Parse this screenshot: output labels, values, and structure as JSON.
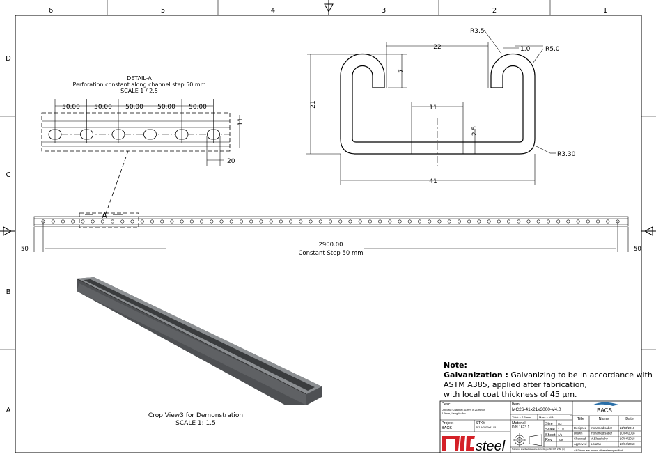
{
  "frame": {
    "zones_top": [
      "6",
      "5",
      "4",
      "3",
      "2",
      "1"
    ],
    "zones_side": [
      "D",
      "C",
      "B",
      "A"
    ]
  },
  "detail": {
    "title": "DETAIL-A",
    "subtitle": "Perforation constant along channel step 50 mm",
    "scale": "SCALE 1 / 2.5",
    "steps": [
      "50.00",
      "50.00",
      "50.00",
      "50.00",
      "50.00"
    ],
    "slot_width": "11",
    "slot_length": "20"
  },
  "profile": {
    "r_lip": "R3.5",
    "lip_gap": "1.0",
    "r_outer": "R5.0",
    "opening": "22",
    "lip_depth": "7",
    "height": "21",
    "slot_center": "11",
    "thickness": "2.5",
    "r_bottom": "R3.30",
    "width": "41"
  },
  "length_view": {
    "section_label": "A",
    "total": "2900.00",
    "step_note": "Constant Step 50 mm",
    "end_left": "50",
    "end_right": "50",
    "hole_count": 59
  },
  "iso_view": {
    "caption": "Crop View3 for Demonstration",
    "scale": "SCALE 1: 1.5"
  },
  "note": {
    "heading": "Note:",
    "label": "Galvanization :",
    "line1": " Galvanizing to be in accordance with",
    "line2": "ASTM A385, applied after fabrication,",
    "line3": "with local coat thickness of 45 µm."
  },
  "title_block": {
    "desc_label": "Desc",
    "desc_line1": "UniStrut Channel 41mm X 21mm X",
    "desc_line2": "2.5mm, Length=3m",
    "item_label": "Item",
    "item": "MC26-41x21x3000-V4.0",
    "thick": "Thick = 2.5 mm",
    "mass": "Mass = N/A",
    "project_label": "Project",
    "project": "BACS",
    "stk_label": "STK#",
    "stk": "PL2.5x3000x41.85",
    "material_label": "Material",
    "material": "DIN 1623.1",
    "size_label": "Size",
    "size": "A3",
    "scale_label": "Scale",
    "scale": "1 / 8",
    "sheet_label": "Sheet",
    "sheet": "1/1",
    "rev_label": "Rev",
    "rev": "09",
    "tolerance": "Tolerance specified otherwise According to ISO DIN 2768 (m)",
    "brand": "BACS",
    "company_logo": "qicsteel",
    "headers": [
      "Title",
      "Name",
      "Date"
    ],
    "rows": [
      [
        "Designed",
        "mohamed.saber",
        "11/03/2018"
      ],
      [
        "Drawn",
        "mohamed.saber",
        "10/04/2018"
      ],
      [
        "Checked",
        "M.Elsabbahy",
        "10/04/2018"
      ],
      [
        "Approved",
        "s.bazan",
        "10/04/2018"
      ]
    ],
    "footer": "All Dimm are in mm otherwise specified"
  },
  "colors": {
    "logo_red": "#d42027",
    "logo_gray": "#8a8a8a",
    "brand_blue": "#2a6fa8",
    "metal": "#55575a"
  }
}
